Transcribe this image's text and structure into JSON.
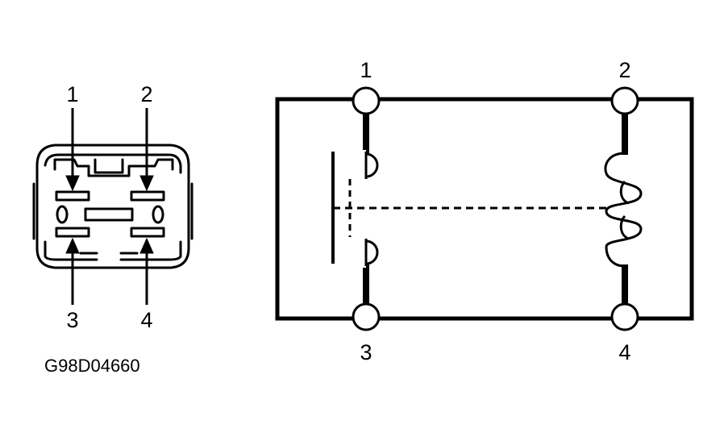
{
  "connector": {
    "pin_labels": [
      "1",
      "2",
      "3",
      "4"
    ]
  },
  "schematic": {
    "terminal_labels": [
      "1",
      "2",
      "3",
      "4"
    ]
  },
  "figure_code": "G98D04660"
}
